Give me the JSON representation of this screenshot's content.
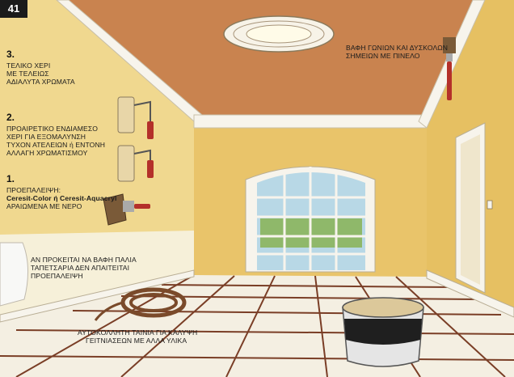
{
  "page_number": "41",
  "steps": [
    {
      "number": "3.",
      "line1": "ΤΕΛΙΚΟ ΧΕΡΙ",
      "line2": "ΜΕ ΤΕΛΕΙΩΣ",
      "line3": "ΑΔΙΑΛΥΤΑ ΧΡΩΜΑΤΑ"
    },
    {
      "number": "2.",
      "line1": "ΠΡΟΑΙΡΕΤΙΚΟ ΕΝΔΙΑΜΕΣΟ",
      "line2": "ΧΕΡΙ ΓΙΑ ΕΞΟΜΑΛΥΝΣΗ",
      "line3": "ΤΥΧΟΝ ΑΤΕΛΕΙΩΝ ή ΕΝΤΟΝΗ",
      "line4": "ΑΛΛΑΓΗ ΧΡΩΜΑΤΙΣΜΟΥ"
    },
    {
      "number": "1.",
      "line1": "ΠΡΟΕΠΑΛΕΙΨΗ:",
      "line2": "Ceresit-Color ή Ceresit-Aquacryl",
      "line3": "ΑΡΑΙΩΜΕΝΑ ΜΕ ΝΕΡΟ"
    }
  ],
  "notes": {
    "wallpaper": {
      "line1": "ΑΝ ΠΡΟΚΕΙΤΑΙ ΝΑ ΒΑΦΗ ΠΑΛΙΑ",
      "line2": "ΤΑΠΕΤΣΑΡΙΑ ΔΕΝ ΑΠΑΙΤΕΙΤΑΙ",
      "line3": "ΠΡΟΕΠΑΛΕΙΨΗ"
    },
    "corners": {
      "line1": "ΒΑΦΗ ΓΩΝΙΩΝ ΚΑΙ ΔΥΣΚΟΛΩΝ",
      "line2": "ΣΗΜΕΙΩΝ ΜΕ ΠΙΝΕΛΟ"
    },
    "tape": {
      "line1": "ΑΥΤΟΚΟΛΛΗΤΗ ΤΑΙΝΙΑ ΓΙΑ ΚΑΛΥΨΗ",
      "line2": "ΓΕΙΤΝΙΑΣΕΩΝ ΜΕ ΑΛΛΑ ΥΛΙΚΑ"
    }
  },
  "colors": {
    "ceiling": "#c9834f",
    "wall": "#e9c46a",
    "left_wall": "#f0d88f",
    "floor": "#f4efe2",
    "tile_lines": "#7a3e26",
    "trim": "#f7f4ec"
  }
}
